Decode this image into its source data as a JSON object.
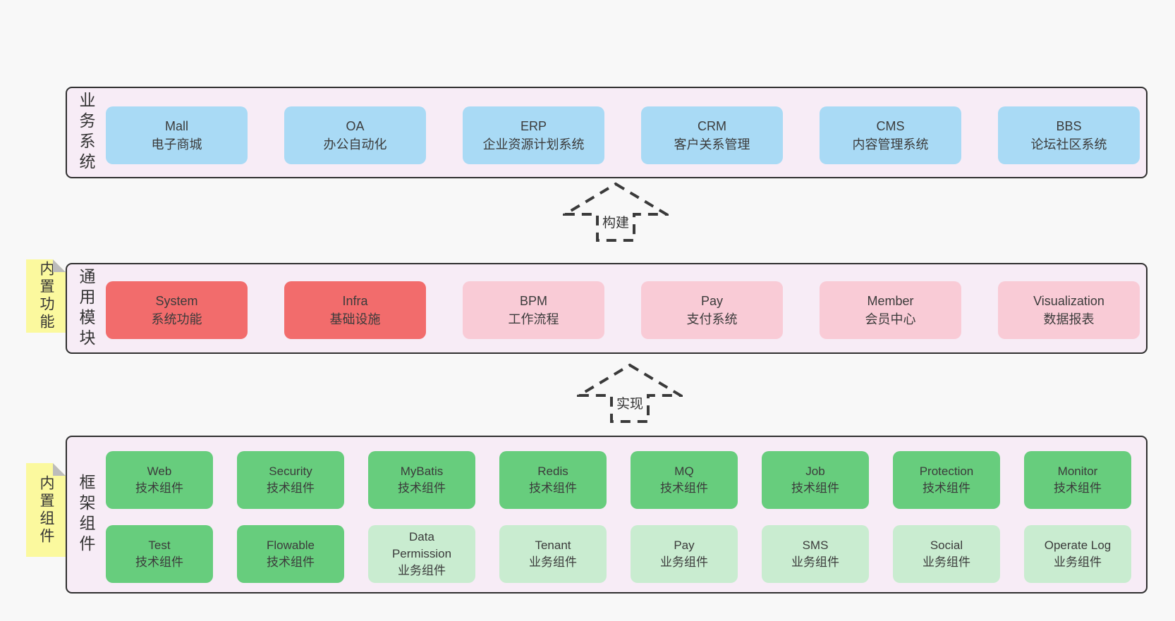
{
  "colors": {
    "page_bg": "#f8f8f8",
    "band_bg": "#f7ecf6",
    "band_border": "#2f2f2f",
    "blue_box": "#a9daf5",
    "red_box": "#f26c6c",
    "pink_box": "#f9cbd6",
    "green_box": "#67cd7d",
    "light_green_box": "#c9ecd0",
    "note_bg": "#fbf99e",
    "text": "#3b3b3b"
  },
  "bands": [
    {
      "label": "业务系统",
      "boxes": [
        {
          "name": "Mall",
          "desc": "电子商城"
        },
        {
          "name": "OA",
          "desc": "办公自动化"
        },
        {
          "name": "ERP",
          "desc": "企业资源计划系统"
        },
        {
          "name": "CRM",
          "desc": "客户关系管理"
        },
        {
          "name": "CMS",
          "desc": "内容管理系统"
        },
        {
          "name": "BBS",
          "desc": "论坛社区系统"
        }
      ]
    },
    {
      "label": "通用模块",
      "note": "内置功能",
      "boxes": [
        {
          "name": "System",
          "desc": "系统功能"
        },
        {
          "name": "Infra",
          "desc": "基础设施"
        },
        {
          "name": "BPM",
          "desc": "工作流程"
        },
        {
          "name": "Pay",
          "desc": "支付系统"
        },
        {
          "name": "Member",
          "desc": "会员中心"
        },
        {
          "name": "Visualization",
          "desc": "数据报表"
        }
      ]
    },
    {
      "label": "框架组件",
      "note": "内置组件",
      "rows": [
        [
          {
            "name": "Web",
            "desc": "技术组件"
          },
          {
            "name": "Security",
            "desc": "技术组件"
          },
          {
            "name": "MyBatis",
            "desc": "技术组件"
          },
          {
            "name": "Redis",
            "desc": "技术组件"
          },
          {
            "name": "MQ",
            "desc": "技术组件"
          },
          {
            "name": "Job",
            "desc": "技术组件"
          },
          {
            "name": "Protection",
            "desc": "技术组件"
          },
          {
            "name": "Monitor",
            "desc": "技术组件"
          }
        ],
        [
          {
            "name": "Test",
            "desc": "技术组件"
          },
          {
            "name": "Flowable",
            "desc": "技术组件"
          },
          {
            "name": "Data Permission",
            "desc": "业务组件"
          },
          {
            "name": "Tenant",
            "desc": "业务组件"
          },
          {
            "name": "Pay",
            "desc": "业务组件"
          },
          {
            "name": "SMS",
            "desc": "业务组件"
          },
          {
            "name": "Social",
            "desc": "业务组件"
          },
          {
            "name": "Operate Log",
            "desc": "业务组件"
          }
        ]
      ]
    }
  ],
  "arrows": [
    {
      "label": "构建"
    },
    {
      "label": "实现"
    }
  ]
}
